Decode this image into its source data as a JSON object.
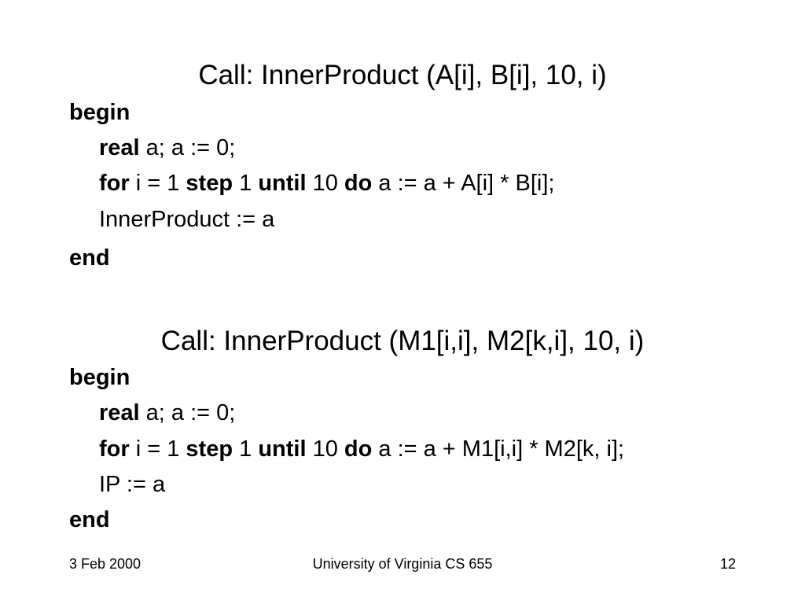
{
  "block1": {
    "title": "Call: InnerProduct (A[i], B[i], 10, i)",
    "begin": "begin",
    "line1": {
      "kw": "real",
      "text": " a; a := 0;"
    },
    "line2": {
      "kw_for": "for",
      "t1": " i = 1 ",
      "kw_step": "step",
      "t2": " 1 ",
      "kw_until": "until",
      "t3": " 10 ",
      "kw_do": "do",
      "t4": " a := a + A[i] * B[i];"
    },
    "line3": "InnerProduct := a",
    "end": "end"
  },
  "block2": {
    "title": "Call: InnerProduct (M1[i,i], M2[k,i], 10, i)",
    "begin": "begin",
    "line1": {
      "kw": "real",
      "text": " a; a := 0;"
    },
    "line2": {
      "kw_for": "for",
      "t1": " i = 1 ",
      "kw_step": "step",
      "t2": " 1 ",
      "kw_until": "until",
      "t3": " 10 ",
      "kw_do": "do",
      "t4": " a := a + M1[i,i] * M2[k, i];"
    },
    "line3": "IP := a",
    "end": "end"
  },
  "footer": {
    "date": "3 Feb 2000",
    "course": "University of Virginia CS 655",
    "page": "12"
  }
}
